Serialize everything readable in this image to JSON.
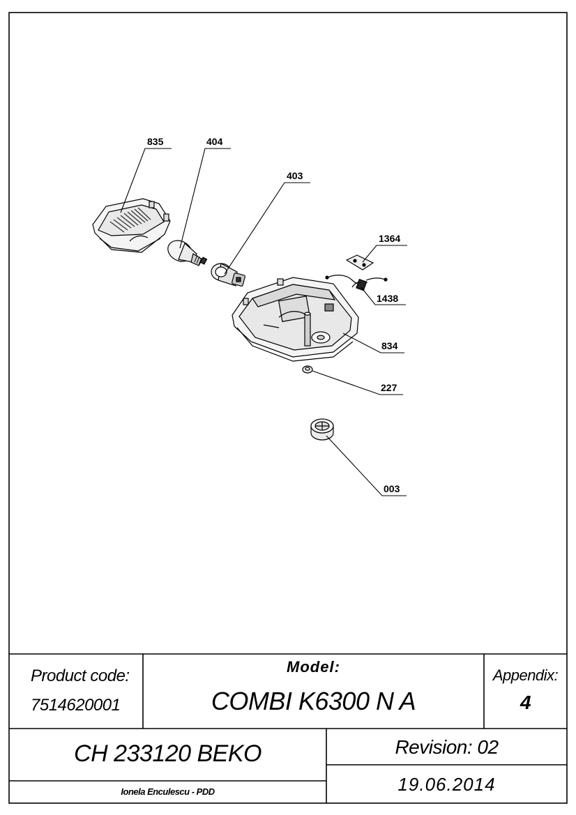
{
  "callouts": [
    {
      "id": "835",
      "label": "835"
    },
    {
      "id": "404",
      "label": "404"
    },
    {
      "id": "403",
      "label": "403"
    },
    {
      "id": "1364",
      "label": "1364"
    },
    {
      "id": "1438",
      "label": "1438"
    },
    {
      "id": "834",
      "label": "834"
    },
    {
      "id": "227",
      "label": "227"
    },
    {
      "id": "003",
      "label": "003"
    }
  ],
  "title_block": {
    "product_code_label": "Product code:",
    "product_code": "7514620001",
    "model_label": "Model:",
    "model": "COMBI K6300 N A",
    "appendix_label": "Appendix:",
    "appendix": "4",
    "chassis": "CH 233120 BEKO",
    "revision": "Revision: 02",
    "author": "Ionela Enculescu - PDD",
    "date": "19.06.2014"
  }
}
